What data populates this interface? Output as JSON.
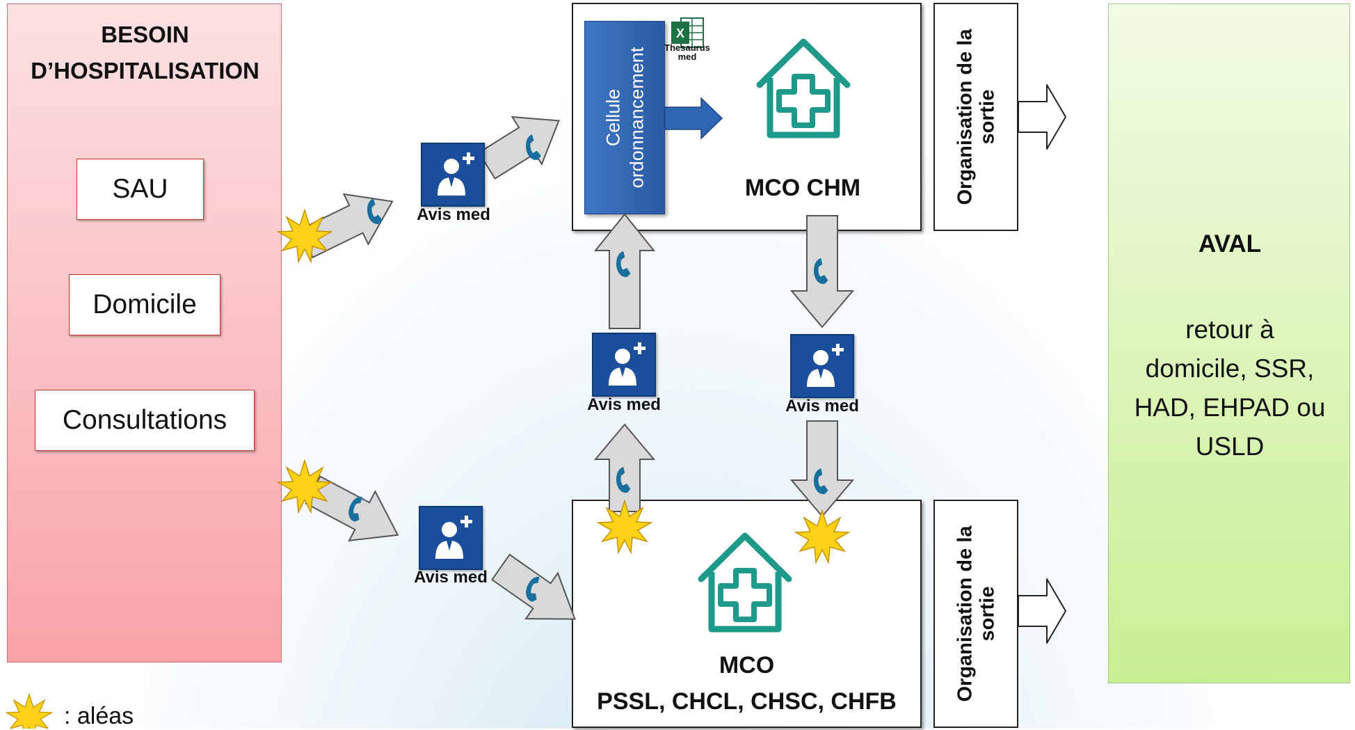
{
  "left_panel": {
    "title_line1": "BESOIN",
    "title_line2": "D’HOSPITALISATION",
    "sources": [
      "SAU",
      "Domicile",
      "Consultations"
    ]
  },
  "top_hospital": {
    "cellule_line1": "Cellule",
    "cellule_line2": "ordonnancement",
    "thesaurus_line1": "Thesaurus",
    "thesaurus_line2": "med",
    "title": "MCO CHM"
  },
  "bottom_hospital": {
    "title_line1": "MCO",
    "title_line2": "PSSL, CHCL, CHSC, CHFB"
  },
  "organisation": {
    "line1": "Organisation de la",
    "line2": "sortie"
  },
  "avis_label": "Avis med",
  "aval": {
    "title": "AVAL",
    "text_line1": "retour à",
    "text_line2": "domicile, SSR,",
    "text_line3": "HAD, EHPAD ou",
    "text_line4": "USLD"
  },
  "legend": {
    "text": ": aléas",
    "icon": "starburst-icon"
  },
  "colors": {
    "left_panel": "#f8a3a8",
    "right_panel": "#c9ef94",
    "cellule": "#2f66b3",
    "doctor_tile": "#1b4f9c",
    "house": "#1f9a8a",
    "arrow_fill": "#d9d9d9",
    "phone": "#1a6f9c",
    "starburst": "#ffd21a"
  }
}
